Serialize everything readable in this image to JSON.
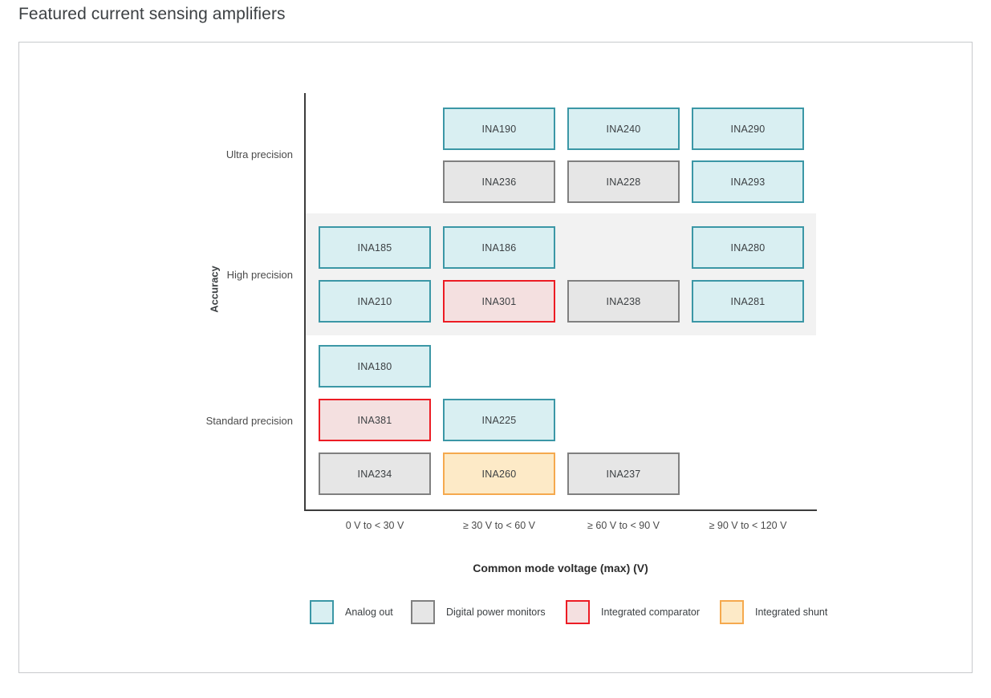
{
  "page": {
    "title": "Featured current sensing amplifiers"
  },
  "chart_data": {
    "type": "table",
    "title": "Featured current sensing amplifiers",
    "xlabel": "Common mode voltage (max) (V)",
    "ylabel": "Accuracy",
    "grid": false,
    "legend_position": "bottom",
    "categories": [
      "0 V to < 30 V",
      "≥ 30 V to < 60 V",
      "≥ 60 V to < 90 V",
      "≥ 90 V to < 120 V"
    ],
    "rows": [
      "Ultra precision",
      "High precision",
      "Standard precision"
    ],
    "highlighted_row": "High precision",
    "series": [
      {
        "name": "Analog out",
        "color_fill": "#d9eff2",
        "color_border": "#3b97a6",
        "key": "analog"
      },
      {
        "name": "Digital power monitors",
        "color_fill": "#e6e6e6",
        "color_border": "#808080",
        "key": "digital"
      },
      {
        "name": "Integrated comparator",
        "color_fill": "#f4e0e0",
        "color_border": "#ec1c24",
        "key": "comp"
      },
      {
        "name": "Integrated shunt",
        "color_fill": "#fdeac7",
        "color_border": "#f5a94e",
        "key": "shunt"
      }
    ],
    "cells": [
      {
        "label": "INA190",
        "row": "Ultra precision",
        "column": "≥ 30 V to < 60 V",
        "category": "Analog out",
        "key": "analog",
        "sub": 0
      },
      {
        "label": "INA240",
        "row": "Ultra precision",
        "column": "≥ 60 V to < 90 V",
        "category": "Analog out",
        "key": "analog",
        "sub": 0
      },
      {
        "label": "INA290",
        "row": "Ultra precision",
        "column": "≥ 90 V to < 120 V",
        "category": "Analog out",
        "key": "analog",
        "sub": 0
      },
      {
        "label": "INA236",
        "row": "Ultra precision",
        "column": "≥ 30 V to < 60 V",
        "category": "Digital power monitors",
        "key": "digital",
        "sub": 1
      },
      {
        "label": "INA228",
        "row": "Ultra precision",
        "column": "≥ 60 V to < 90 V",
        "category": "Digital power monitors",
        "key": "digital",
        "sub": 1
      },
      {
        "label": "INA293",
        "row": "Ultra precision",
        "column": "≥ 90 V to < 120 V",
        "category": "Analog out",
        "key": "analog",
        "sub": 1
      },
      {
        "label": "INA185",
        "row": "High precision",
        "column": "0 V to < 30 V",
        "category": "Analog out",
        "key": "analog",
        "sub": 0
      },
      {
        "label": "INA186",
        "row": "High precision",
        "column": "≥ 30 V to < 60 V",
        "category": "Analog out",
        "key": "analog",
        "sub": 0
      },
      {
        "label": "INA280",
        "row": "High precision",
        "column": "≥ 90 V to < 120 V",
        "category": "Analog out",
        "key": "analog",
        "sub": 0
      },
      {
        "label": "INA210",
        "row": "High precision",
        "column": "0 V to < 30 V",
        "category": "Analog out",
        "key": "analog",
        "sub": 1
      },
      {
        "label": "INA301",
        "row": "High precision",
        "column": "≥ 30 V to < 60 V",
        "category": "Integrated comparator",
        "key": "comp",
        "sub": 1
      },
      {
        "label": "INA238",
        "row": "High precision",
        "column": "≥ 60 V to < 90 V",
        "category": "Digital power monitors",
        "key": "digital",
        "sub": 1
      },
      {
        "label": "INA281",
        "row": "High precision",
        "column": "≥ 90 V to < 120 V",
        "category": "Analog out",
        "key": "analog",
        "sub": 1
      },
      {
        "label": "INA180",
        "row": "Standard precision",
        "column": "0 V to < 30 V",
        "category": "Analog out",
        "key": "analog",
        "sub": 0
      },
      {
        "label": "INA381",
        "row": "Standard precision",
        "column": "0 V to < 30 V",
        "category": "Integrated comparator",
        "key": "comp",
        "sub": 1
      },
      {
        "label": "INA225",
        "row": "Standard precision",
        "column": "≥ 30 V to < 60 V",
        "category": "Analog out",
        "key": "analog",
        "sub": 1
      },
      {
        "label": "INA234",
        "row": "Standard precision",
        "column": "0 V to < 30 V",
        "category": "Digital power monitors",
        "key": "digital",
        "sub": 2
      },
      {
        "label": "INA260",
        "row": "Standard precision",
        "column": "≥ 30 V to < 60 V",
        "category": "Integrated shunt",
        "key": "shunt",
        "sub": 2
      },
      {
        "label": "INA237",
        "row": "Standard precision",
        "column": "≥ 60 V to < 90 V",
        "category": "Digital power monitors",
        "key": "digital",
        "sub": 2
      }
    ]
  }
}
